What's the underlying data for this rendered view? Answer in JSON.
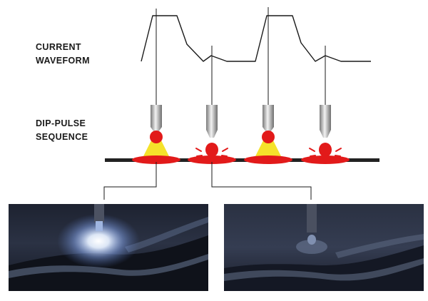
{
  "labels": {
    "waveform": [
      "CURRENT",
      "WAVEFORM"
    ],
    "sequence": [
      "DIP-PULSE",
      "SEQUENCE"
    ]
  },
  "colors": {
    "line": "#1a1a1a",
    "droplet": "#e21a1a",
    "arc": "#f5e22b",
    "plate": "#222222",
    "electrode_light": "#e8e8e8",
    "electrode_dark": "#8a8a8a"
  },
  "sequence": [
    {
      "phase": "pulse",
      "arc": true,
      "spatter": false
    },
    {
      "phase": "dip",
      "arc": false,
      "spatter": true
    },
    {
      "phase": "pulse",
      "arc": true,
      "spatter": false
    },
    {
      "phase": "dip",
      "arc": false,
      "spatter": true
    }
  ],
  "photos": [
    {
      "phase": "pulse",
      "glow": true
    },
    {
      "phase": "dip",
      "glow": false
    }
  ]
}
